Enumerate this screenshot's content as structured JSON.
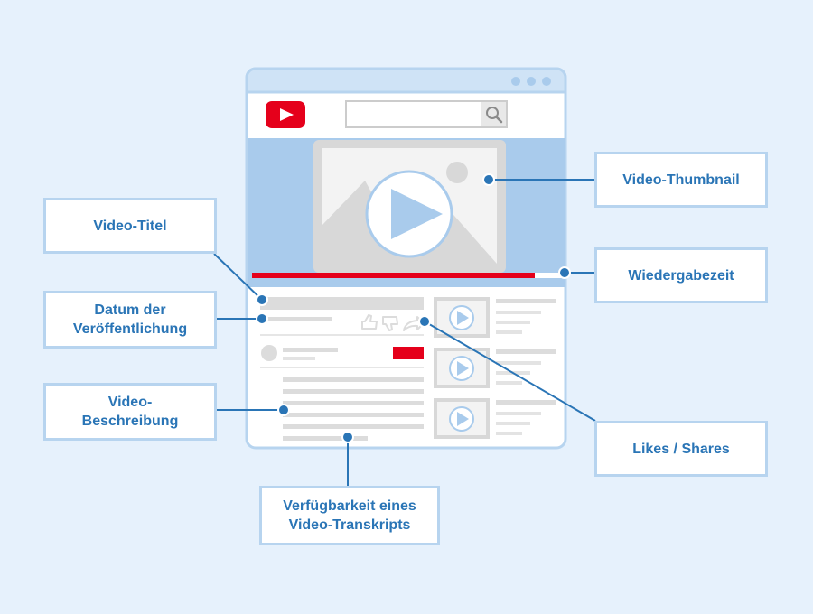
{
  "labels": {
    "thumbnail": "Video-Thumbnail",
    "playback_time": "Wiedergabezeit",
    "title": "Video-Titel",
    "publish_date": "Datum der\nVeröffentlichung",
    "description": "Video-\nBeschreibung",
    "likes_shares": "Likes / Shares",
    "transcript": "Verfügbarkeit eines\nVideo-Transkripts"
  },
  "colors": {
    "background": "#e6f1fc",
    "frame_border": "#b7d4ef",
    "accent_blue": "#2a75b6",
    "thumbnail_area": "#a9cbec",
    "youtube_red": "#e5001b",
    "placeholder_gray": "#dcdcdc"
  },
  "icons": [
    "youtube-logo-icon",
    "search-icon",
    "play-icon",
    "thumbs-up-icon",
    "thumbs-down-icon",
    "share-icon"
  ]
}
